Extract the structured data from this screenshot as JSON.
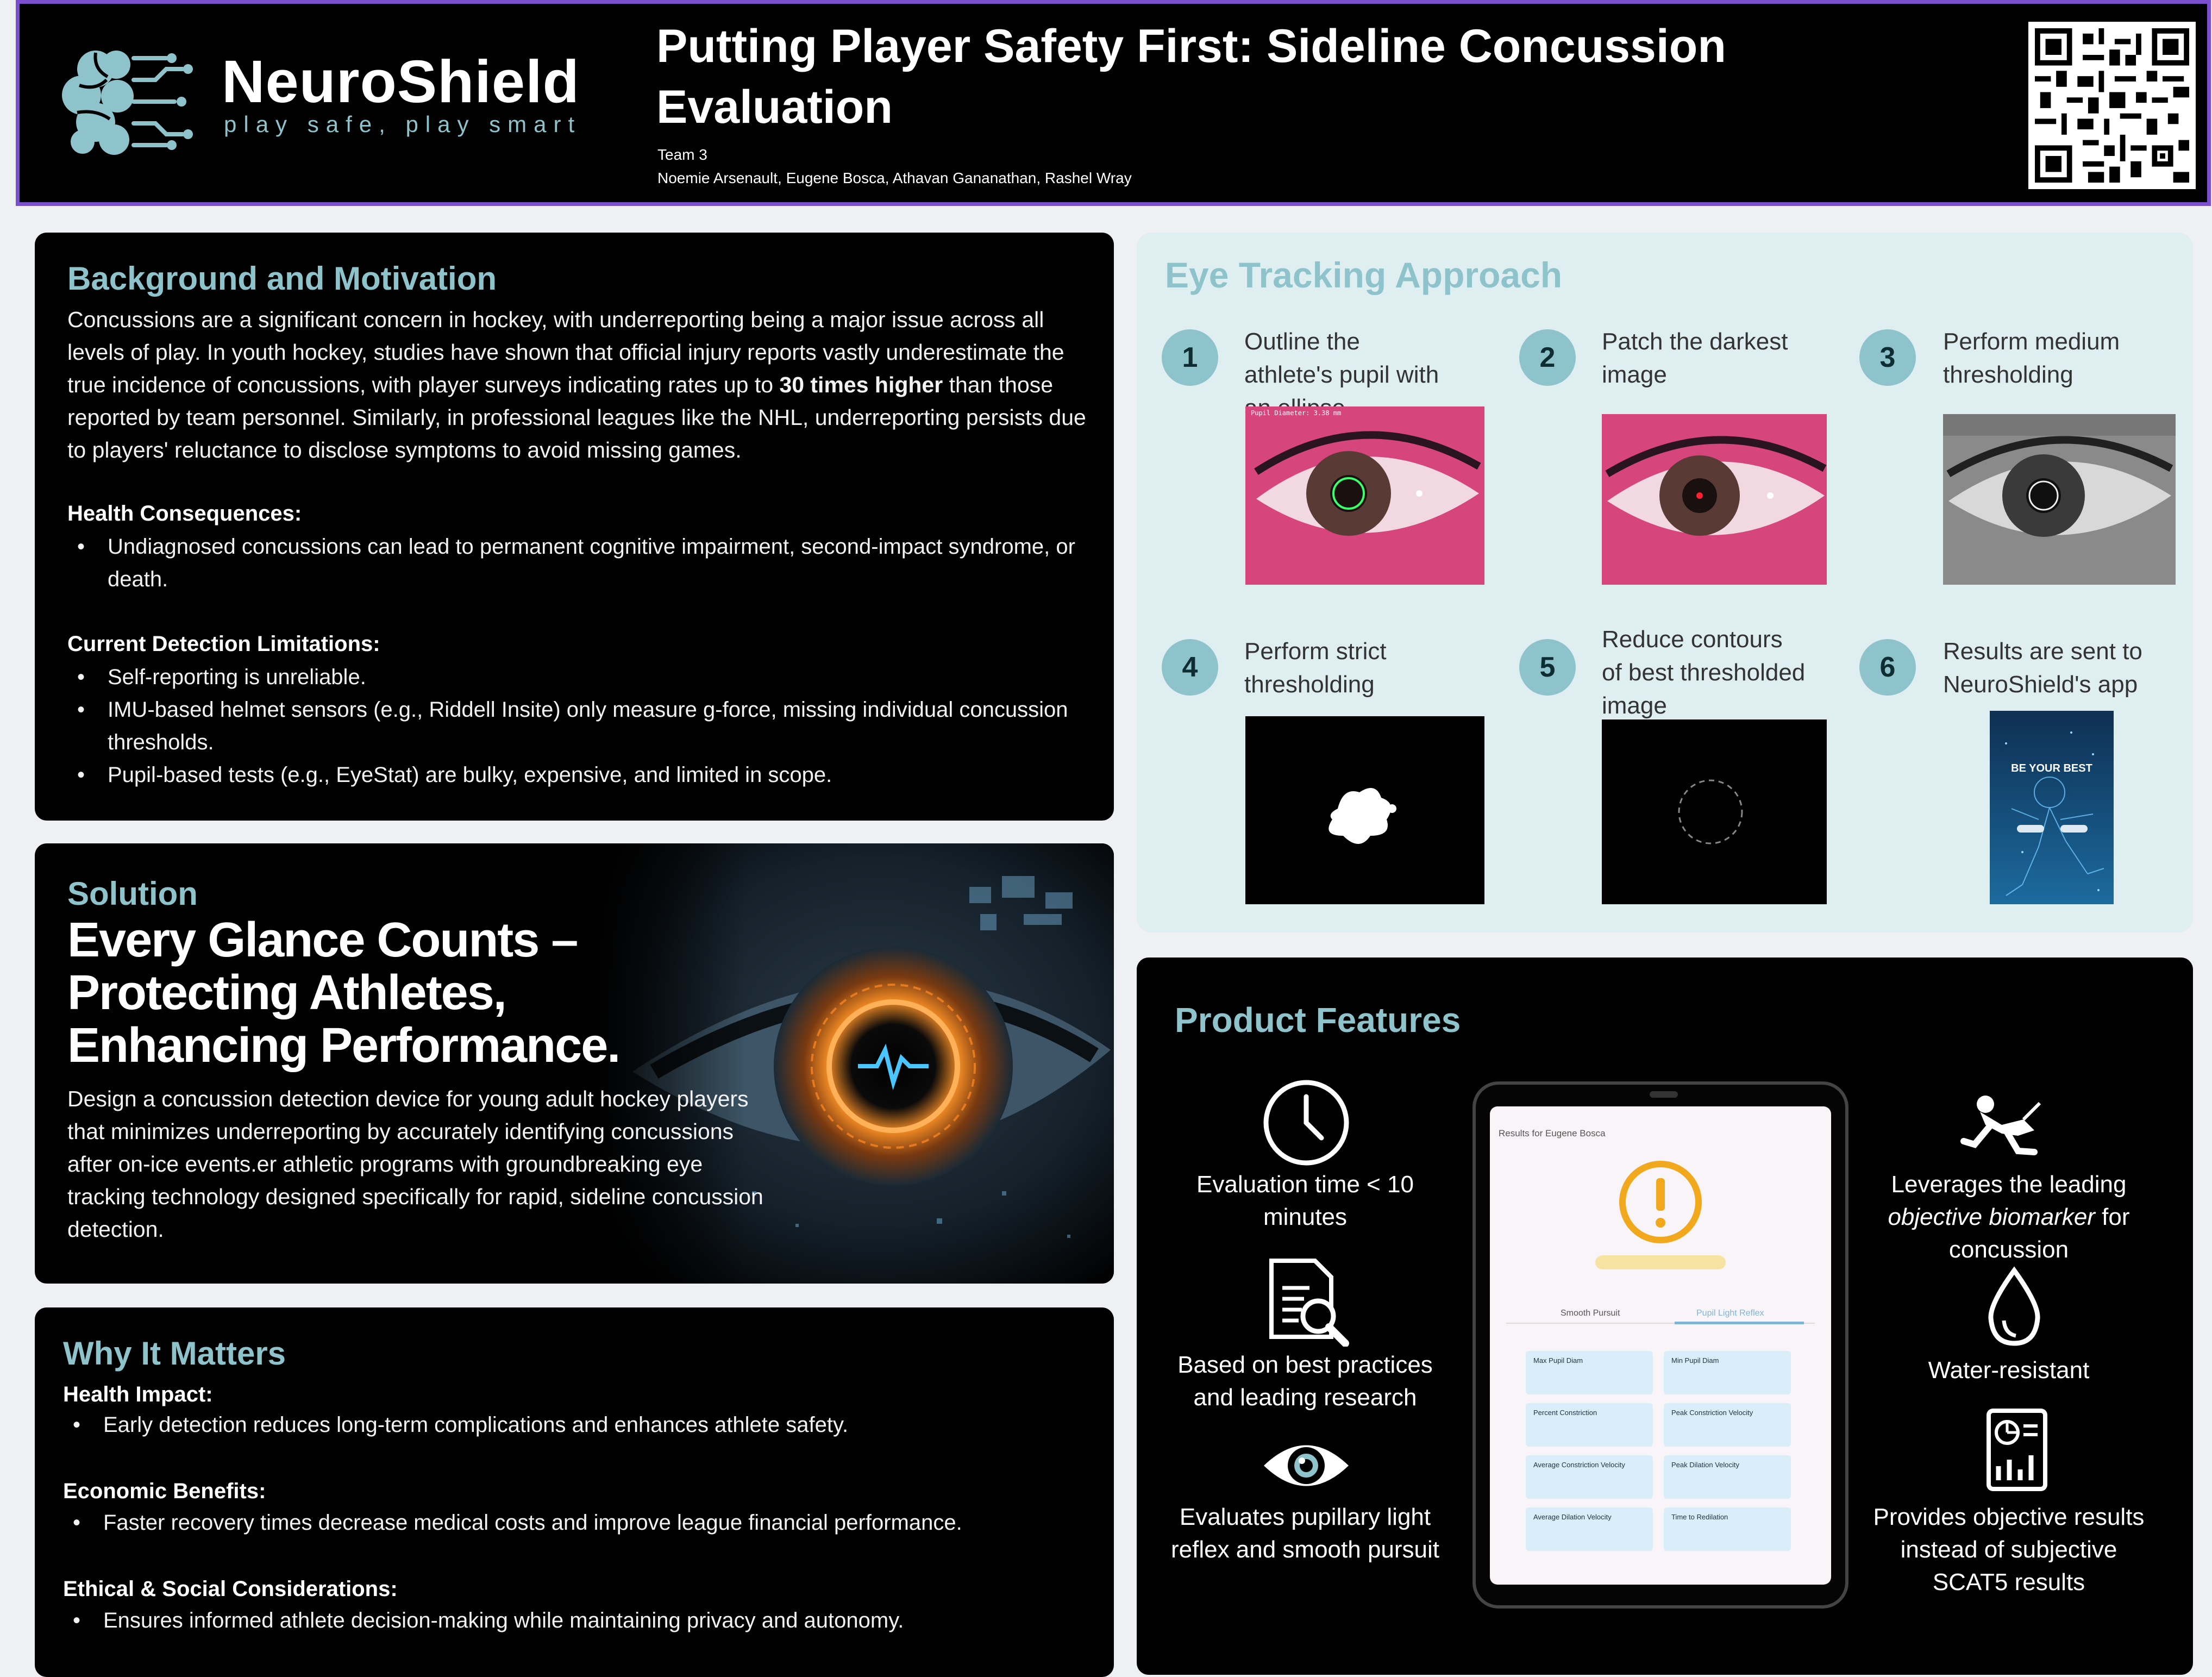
{
  "header": {
    "brand_name": "NeuroShield",
    "brand_tagline": "play safe, play smart",
    "title": "Putting Player Safety First: Sideline Concussion Evaluation",
    "team": "Team 3",
    "authors": "Noemie Arsenault, Eugene Bosca, Athavan Gananathan, Rashel Wray"
  },
  "background": {
    "title": "Background and Motivation",
    "intro_before": "Concussions are a significant concern in hockey, with underreporting being a major issue across all levels of play. In youth hockey, studies have shown that official injury reports vastly underestimate the true incidence of concussions, with player surveys indicating rates up to ",
    "intro_bold": "30 times higher",
    "intro_after": " than those reported by team personnel. Similarly, in professional leagues like the NHL, underreporting persists due to players' reluctance to disclose symptoms to avoid missing games.",
    "health_heading": "Health Consequences:",
    "health_bullets": [
      "Undiagnosed concussions can lead to permanent cognitive impairment, second-impact syndrome, or death."
    ],
    "limits_heading": "Current Detection Limitations:",
    "limits_bullets": [
      "Self-reporting is unreliable.",
      "IMU-based helmet sensors (e.g., Riddell Insite) only measure g-force, missing individual concussion thresholds.",
      "Pupil-based tests (e.g., EyeStat) are bulky, expensive, and limited in scope."
    ]
  },
  "solution": {
    "label": "Solution",
    "headline": "Every Glance Counts – Protecting Athletes, Enhancing Performance.",
    "description": "Design a concussion detection device for young adult hockey players that minimizes underreporting by accurately identifying concussions after on-ice events.er athletic programs with groundbreaking eye tracking technology designed specifically for rapid, sideline concussion detection."
  },
  "why": {
    "title": "Why It Matters",
    "health_heading": "Health Impact:",
    "health_bullet": "Early detection reduces long-term complications and enhances athlete safety.",
    "econ_heading": "Economic Benefits:",
    "econ_bullet": "Faster recovery times decrease medical costs and improve league financial performance.",
    "ethics_heading": "Ethical & Social Considerations:",
    "ethics_bullet": "Ensures informed athlete decision-making while maintaining privacy and autonomy."
  },
  "eye_tracking": {
    "title": "Eye Tracking Approach",
    "steps": [
      {
        "num": "1",
        "text": "Outline the athlete's pupil with an ellipse"
      },
      {
        "num": "2",
        "text": "Patch the darkest image"
      },
      {
        "num": "3",
        "text": "Perform medium thresholding"
      },
      {
        "num": "4",
        "text": "Perform strict thresholding"
      },
      {
        "num": "5",
        "text": "Reduce contours of best thresholded image"
      },
      {
        "num": "6",
        "text": "Results are sent to NeuroShield's app"
      }
    ],
    "step1_overlay": "Pupil Diameter: 3.38 mm",
    "app_screen_text": "BE YOUR BEST"
  },
  "features": {
    "title": "Product Features",
    "left": [
      {
        "icon": "clock-icon",
        "text": "Evaluation time < 10 minutes"
      },
      {
        "icon": "document-search-icon",
        "text": "Based on best practices and leading research"
      },
      {
        "icon": "eye-icon",
        "text": "Evaluates pupillary light reflex and smooth pursuit"
      }
    ],
    "right_biomarker_before": "Leverages the leading ",
    "right_biomarker_italic": "objective biomarker",
    "right_biomarker_after": " for concussion",
    "right": [
      {
        "icon": "water-drop-icon",
        "text": "Water-resistant"
      },
      {
        "icon": "report-icon",
        "text": "Provides objective results instead of subjective SCAT5 results"
      }
    ],
    "tablet": {
      "results_for": "Results for Eugene Bosca",
      "tab_left": "Smooth Pursuit",
      "tab_right": "Pupil Light Reflex",
      "cards": [
        "Max Pupil Diam",
        "Min Pupil Diam",
        "Percent Constriction",
        "Peak Constriction Velocity",
        "Average Constriction Velocity",
        "Peak Dilation Velocity",
        "Average Dilation Velocity",
        "Time to Redilation"
      ]
    }
  },
  "colors": {
    "accent": "#8fc3cc",
    "header_border": "#7b4fd0",
    "panel_dark": "#000000",
    "panel_light": "#dfeef1"
  }
}
